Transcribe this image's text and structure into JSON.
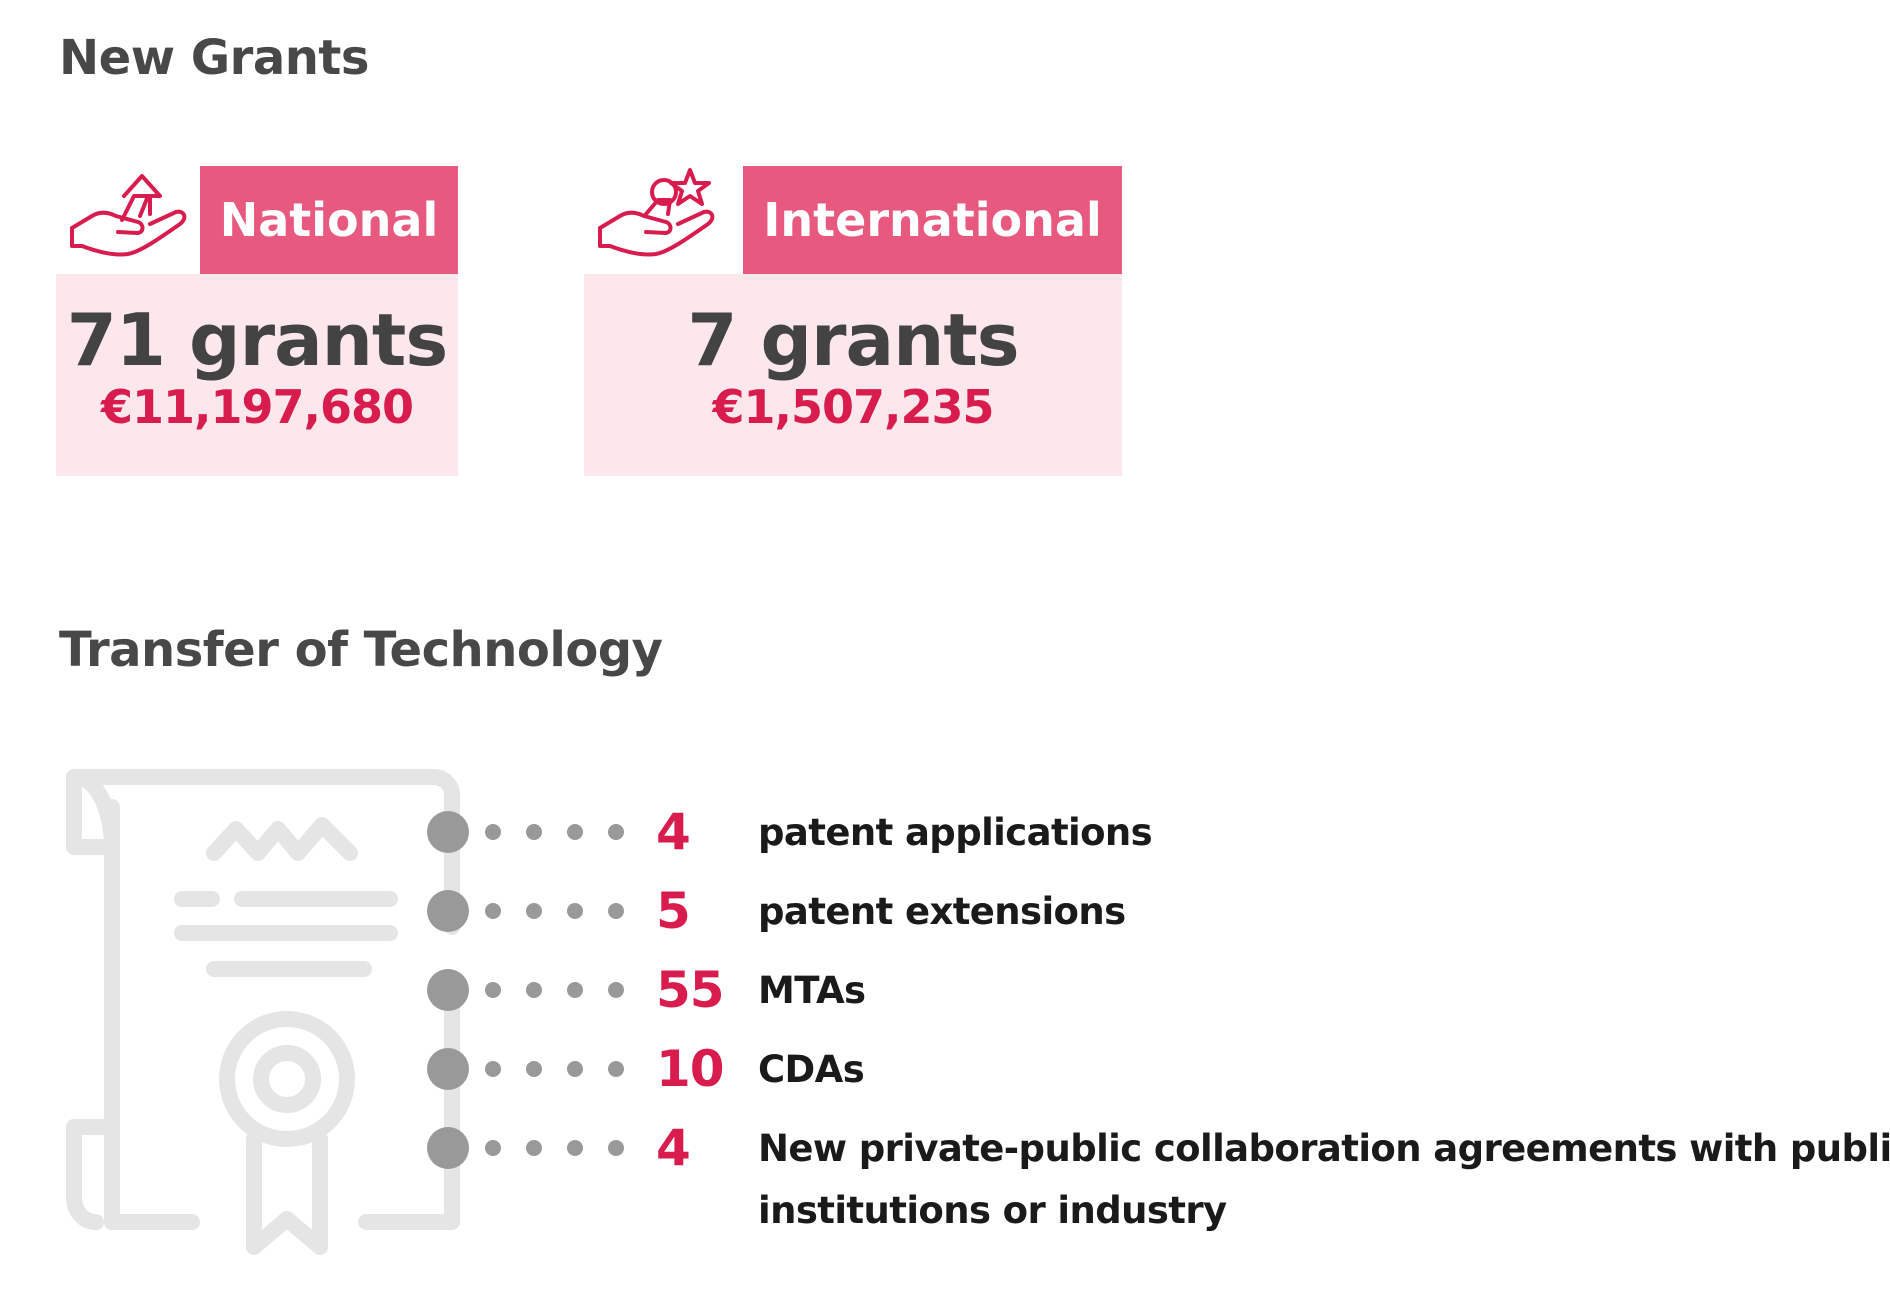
{
  "grants": {
    "title": "New Grants",
    "national": {
      "label": "National",
      "count": "71 grants",
      "amount": "€11,197,680",
      "icon": "hand-giving-house-icon"
    },
    "international": {
      "label": "International",
      "count": "7 grants",
      "amount": "€1,507,235",
      "icon": "hand-giving-globe-star-icon"
    },
    "colors": {
      "accent": "#e8597f",
      "accent_light": "#fce7ec",
      "amount": "#d81c4e",
      "text": "#434343"
    }
  },
  "transfer": {
    "title": "Transfer of Technology",
    "illustration": "certificate-scroll-icon",
    "items": [
      {
        "value": "4",
        "label": "patent applications"
      },
      {
        "value": "5",
        "label": "patent extensions"
      },
      {
        "value": "55",
        "label": "MTAs"
      },
      {
        "value": "10",
        "label": "CDAs"
      },
      {
        "value": "4",
        "label_line1": "New private-public collaboration agreements with public",
        "label_line2": "institutions or industry"
      }
    ]
  }
}
